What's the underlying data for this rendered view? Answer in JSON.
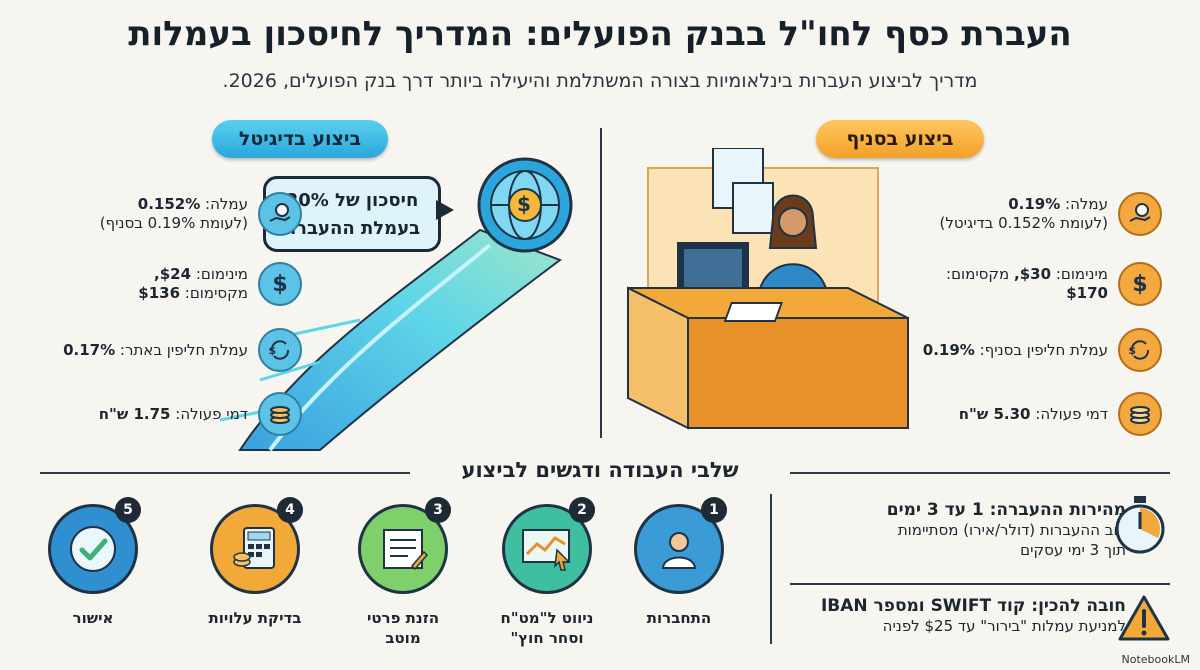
{
  "header": {
    "title": "העברת כסף לחו\"ל בבנק הפועלים: המדריך לחיסכון בעמלות",
    "subtitle": "מדריך לביצוע העברות בינלאומיות בצורה המשתלמת והיעילה ביותר דרך בנק הפועלים, 2026."
  },
  "digital": {
    "label": "ביצוע בדיגיטל",
    "bubble_line1": "חיסכון של 20%",
    "bubble_line2": "בעמלת ההעברה",
    "features": [
      {
        "icon": "hand-coin-icon",
        "label": "עמלה:",
        "value": "0.152%",
        "note": "(לעומת 0.19% בסניף)"
      },
      {
        "icon": "dollar-sign-icon",
        "label": "מינימום:",
        "value": "$24,",
        "label2": "מקסימום:",
        "value2": "$136"
      },
      {
        "icon": "exchange-icon",
        "label": "עמלת חליפין באתר:",
        "value": "0.17%"
      },
      {
        "icon": "coins-icon",
        "label": "דמי פעולה:",
        "value": "1.75 ש\"ח"
      }
    ]
  },
  "branch": {
    "label": "ביצוע בסניף",
    "features": [
      {
        "icon": "hand-coin-icon",
        "label": "עמלה:",
        "value": "0.19%",
        "note": "(לעומת 0.152% בדיגיטל)"
      },
      {
        "icon": "dollar-sign-icon",
        "label": "מינימום:",
        "value": "$30,",
        "label2": "מקסימום:",
        "value2": "$170"
      },
      {
        "icon": "exchange-icon",
        "label": "עמלת חליפין בסניף:",
        "value": "0.19%"
      },
      {
        "icon": "coins-icon",
        "label": "דמי פעולה:",
        "value": "5.30 ש\"ח"
      }
    ]
  },
  "steps": {
    "title": "שלבי העבודה ודגשים לביצוע",
    "items": [
      {
        "num": "1",
        "label": "התחברות",
        "icon": "user-icon",
        "color": "#3a9bd6"
      },
      {
        "num": "2",
        "label": "ניווט ל\"מט\"ח וסחר חוץ\"",
        "icon": "chart-cursor-icon",
        "color": "#3fbfa0"
      },
      {
        "num": "3",
        "label": "הזנת פרטי מוטב",
        "icon": "form-icon",
        "color": "#7fcf6a"
      },
      {
        "num": "4",
        "label": "בדיקת עלויות",
        "icon": "calculator-icon",
        "color": "#f2a93a"
      },
      {
        "num": "5",
        "label": "אישור",
        "icon": "check-icon",
        "color": "#2f8fd0"
      }
    ]
  },
  "info": {
    "speed_title": "מהירות ההעברה: 1 עד 3 ימים",
    "speed_body1": "רוב ההעברות (דולר/אירו) מסתיימות",
    "speed_body2": "תוך 3 ימי עסקים",
    "prep_title": "חובה להכין: קוד SWIFT ומספר IBAN",
    "prep_body": "למניעת עמלות \"בירור\" עד $25 לפניה"
  },
  "brand": "NotebookLM"
}
